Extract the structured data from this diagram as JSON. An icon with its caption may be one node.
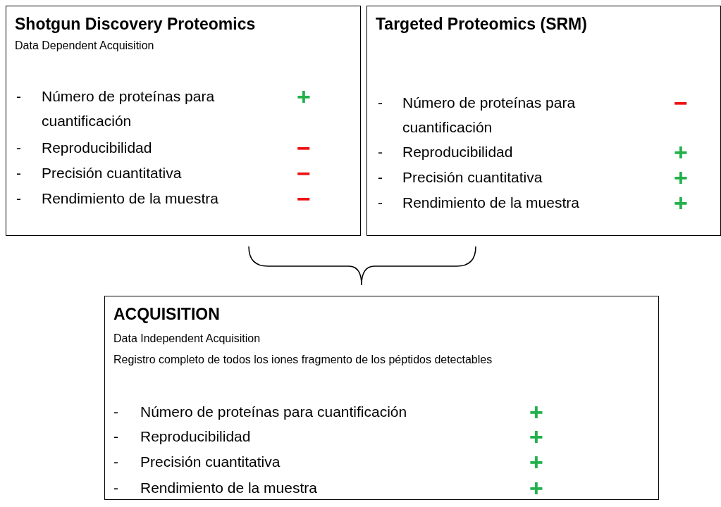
{
  "diagram": {
    "nodes": [
      {
        "text": [
          "Shotgun Discovery Proteomics",
          "Data Dependent  Acquisition",
          "-",
          "Número de proteínas para cuantificación",
          "+",
          "-",
          "Reproducibilidad",
          "−",
          "-",
          "Precisión cuantitativa",
          "−",
          "-",
          "Rendimiento de la muestra",
          "−"
        ]
      },
      {
        "text": [
          "Targeted Proteomics (SRM)",
          "-",
          "Número de proteínas para cuantificación",
          "−",
          "-",
          "Reproducibilidad",
          "+",
          "-",
          "Precisión cuantitativa",
          "+",
          "-",
          "Rendimiento de la muestra",
          "+"
        ]
      },
      {
        "text": [
          "ACQUISITION",
          "Data Independent  Acquisition",
          "Registro completo de todos los iones fragmento de los péptidos  detectables",
          "-",
          "Número de proteínas para cuantificación",
          "+",
          "-",
          "Reproducibilidad",
          "+",
          "-",
          "Precisión cuantitativa",
          "+",
          "-",
          "Rendimiento de la muestra",
          "+"
        ]
      }
    ]
  }
}
